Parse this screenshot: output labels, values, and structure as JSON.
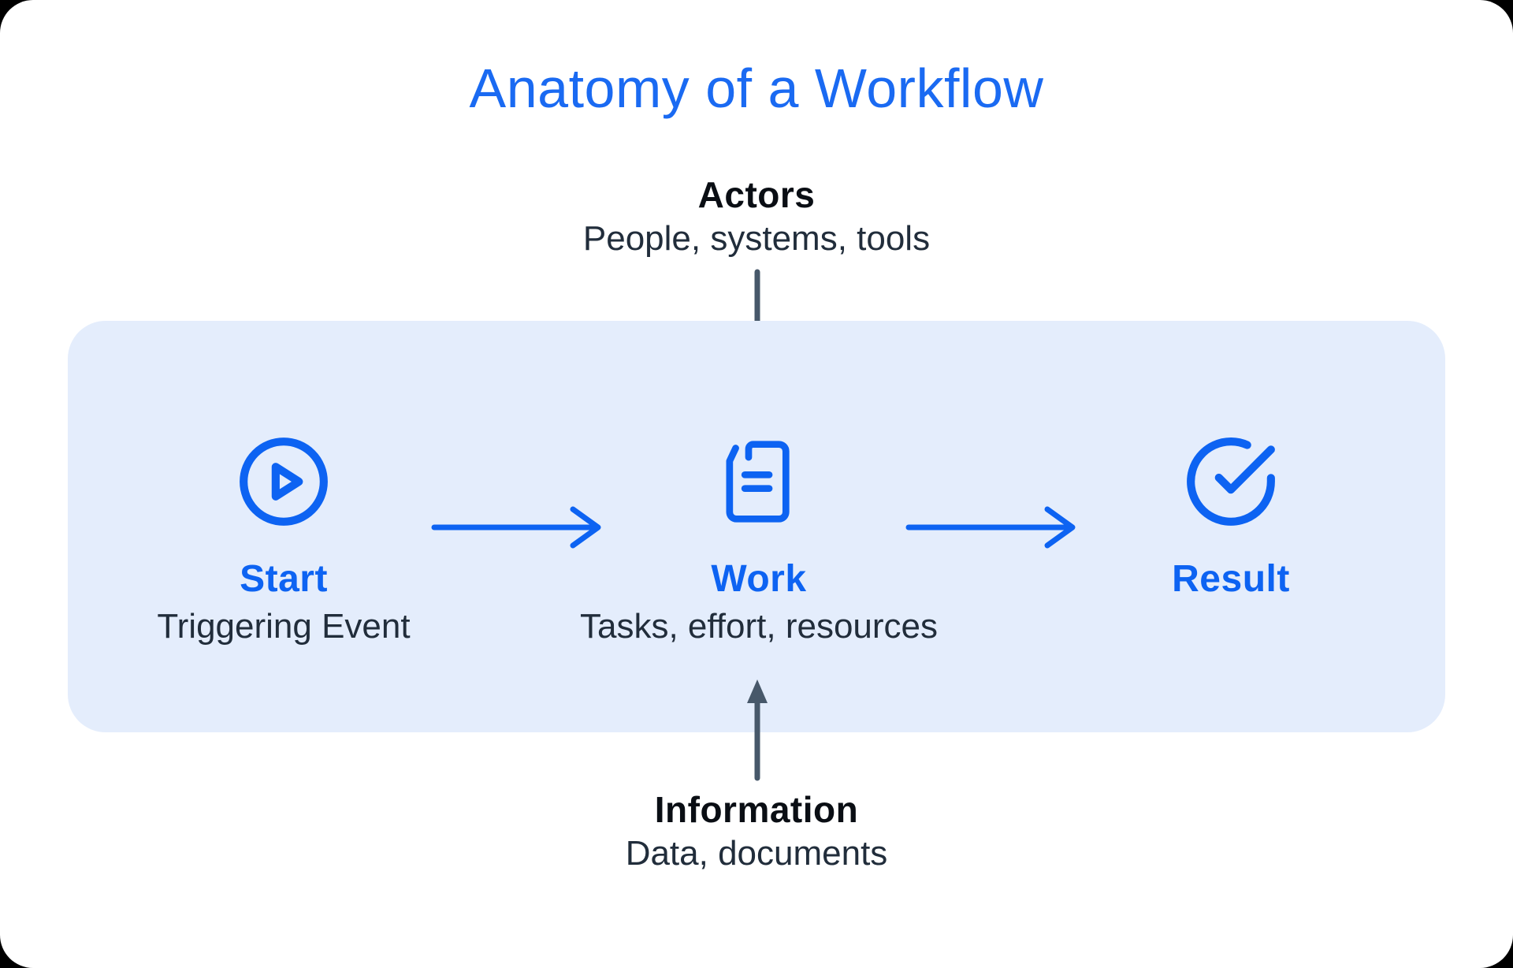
{
  "title": "Anatomy of a Workflow",
  "top_annotation": {
    "label": "Actors",
    "description": "People, systems, tools"
  },
  "bottom_annotation": {
    "label": "Information",
    "description": "Data, documents"
  },
  "workflow": {
    "steps": [
      {
        "label": "Start",
        "description": "Triggering Event",
        "icon": "play-circle-icon"
      },
      {
        "label": "Work",
        "description": "Tasks, effort, resources",
        "icon": "document-icon"
      },
      {
        "label": "Result",
        "description": "",
        "icon": "check-circle-icon"
      }
    ]
  },
  "icons": {
    "top_arrow": "arrow-down-icon",
    "bottom_arrow": "arrow-up-icon",
    "flow_arrows": "arrow-right-icon"
  },
  "colors": {
    "accent": "#0d63f2",
    "title": "#1a6af2",
    "band_background": "#e4edfc",
    "dark_arrow": "#47586a",
    "heading_text": "#0a0e14",
    "subtitle_text": "#212d3b",
    "card_background": "#ffffff"
  }
}
